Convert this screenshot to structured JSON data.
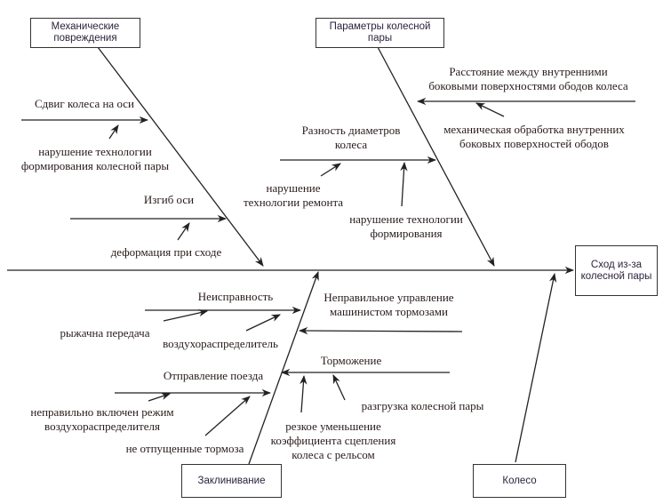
{
  "title": "Диаграмма Исикавы: Сход из-за колесной пары",
  "effect": {
    "label": "Сход из-за\nколесной пары"
  },
  "categories": {
    "mechanical": {
      "label": "Механические повреждения"
    },
    "params": {
      "label": "Параметры колесной пары"
    },
    "jamming": {
      "label": "Заклинивание"
    },
    "wheel": {
      "label": "Колесо"
    }
  },
  "causes": {
    "shift": {
      "label": "Сдвиг колеса на оси",
      "sub": [
        "нарушение технологии\nформирования колесной пары"
      ]
    },
    "bend": {
      "label": "Изгиб оси",
      "sub": [
        "деформация при сходе"
      ]
    },
    "distance": {
      "label": "Расстояние между внутренними\nбоковыми поверхностями ободов колеса",
      "sub": [
        "механическая обработка внутренних\nбоковых поверхностей ободов"
      ]
    },
    "diameter": {
      "label": "Разность диаметров\nколеса",
      "sub": [
        "нарушение\nтехнологии ремонта",
        "нарушение технологии\nформирования"
      ]
    },
    "fault": {
      "label": "Неисправность",
      "sub": [
        "рыжачна передача",
        "воздухораспределитель"
      ]
    },
    "driver": {
      "label": "Неправильное управление\nмашинистом тормозами",
      "sub": []
    },
    "departure": {
      "label": "Отправление поезда",
      "sub": [
        "неправильно включен режим\nвоздухораспределителя",
        "не отпущенные тормоза"
      ]
    },
    "braking": {
      "label": "Торможение",
      "sub": [
        "резкое уменьшение\nкоэффициента сцепления\nколеса с рельсом",
        "разгрузка колесной пары"
      ]
    }
  }
}
